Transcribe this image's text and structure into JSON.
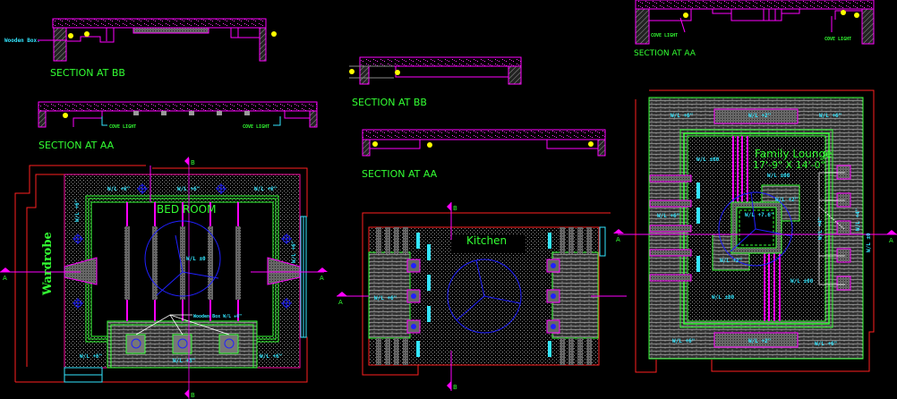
{
  "drawing": {
    "sections": [
      {
        "id": "bedroom-bb",
        "title": "SECTION AT BB",
        "note": "Wooden Box."
      },
      {
        "id": "bedroom-aa",
        "title": "SECTION AT AA",
        "cove_left": "COVE LIGHT",
        "cove_right": "COVE LIGHT"
      },
      {
        "id": "kitchen-bb",
        "title": "SECTION AT BB"
      },
      {
        "id": "kitchen-aa",
        "title": "SECTION AT AA"
      },
      {
        "id": "lounge-aa",
        "title": "SECTION AT AA",
        "cove_left": "COVE LIGHT",
        "cove_right": "COVE LIGHT"
      }
    ],
    "bedroom": {
      "name": "BED ROOM",
      "wardrobe": "Wardrobe",
      "levels": {
        "top_left": "W/L +6\"",
        "top_mid": "W/L +6\"",
        "top_right": "W/L +6\"",
        "left": "W/L +6\"",
        "right": "W/L +6\"",
        "center": "W/L ±0",
        "bottom_left": "W/L +6\"",
        "bottom_mid": "W/L +3\"",
        "bottom_right": "W/L +6\""
      },
      "wooden_box": "Wooden Box W/L +6\""
    },
    "kitchen": {
      "name": "Kitchen",
      "levels": {
        "left": "W/L +6\""
      }
    },
    "lounge": {
      "name": "Family Lounge",
      "size": "17'-9\" X 14'-0\"",
      "levels": {
        "top_left": "W/L +6\"",
        "top_mid": "W/L +2\"",
        "top_right": "W/L +6\"",
        "inner_top_left": "W/L ±00",
        "inner_top_mid": "W/L ±00",
        "box_right": "W/L +2\"",
        "center": "W/L +7.6\"",
        "box_left": "W/L +2\"",
        "left": "W/L +6\"",
        "inner_bottom_right": "W/L ±00",
        "inner_bottom_left": "W/L ±00",
        "bottom_left": "W/L +6\"",
        "bottom_mid": "W/L +2\"",
        "bottom_right": "W/L +6\"",
        "side_a": "W/L +4\"",
        "side_b": "W/L ±0",
        "side_c": "W/L +4\""
      }
    },
    "section_markers": {
      "a": "A",
      "b": "B"
    },
    "colors": {
      "background": "#000000",
      "wall": "#ff00ff",
      "outline": "#ff2020",
      "ceiling": "#33ff33",
      "level_text": "#33e6ff",
      "fan": "#2020ff",
      "light": "#ffff00"
    }
  }
}
